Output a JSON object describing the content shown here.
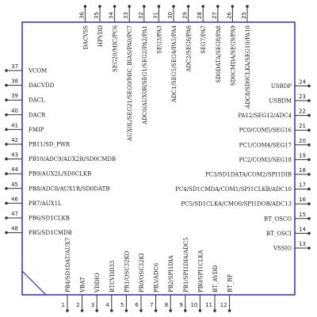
{
  "colors": {
    "body": "#2b2bd6",
    "pin": "#333333",
    "text": "#1a1a1a"
  },
  "pins": {
    "bottom": [
      {
        "n": "1",
        "name": "PB4/SD1DAT/AUX7"
      },
      {
        "n": "2",
        "name": "VBAT"
      },
      {
        "n": "3",
        "name": "VDDIO"
      },
      {
        "n": "4",
        "name": "RTCVDD33"
      },
      {
        "n": "5",
        "name": "PR1/OSC32KO"
      },
      {
        "n": "6",
        "name": "PR0/OSC32KI"
      },
      {
        "n": "7",
        "name": "PB3/ADC6"
      },
      {
        "n": "8",
        "name": "PB2/SPI1DIA"
      },
      {
        "n": "9",
        "name": "PB1/SPI1DIA/ADC5"
      },
      {
        "n": "10",
        "name": "PB0/SPI1CLKA"
      },
      {
        "n": "11",
        "name": "BT_AVDD"
      },
      {
        "n": "12",
        "name": "BT_RF"
      }
    ],
    "right": [
      {
        "n": "13",
        "name": "VSSIO"
      },
      {
        "n": "14",
        "name": "BT_OSCI"
      },
      {
        "n": "15",
        "name": "BT_OSCO"
      },
      {
        "n": "16",
        "name": "PC5/SD1CLKA/CMO0/SPI1DOB/ADC13"
      },
      {
        "n": "17",
        "name": "PC4/SD1CMDA/COM1/SPI1CLKB/ADC10"
      },
      {
        "n": "18",
        "name": "PC3/SD1DATA/COM2/SPI1DIB"
      },
      {
        "n": "19",
        "name": "PC2/COM3/SEG18"
      },
      {
        "n": "20",
        "name": "PC1/COM4/SEG17"
      },
      {
        "n": "21",
        "name": "PC0/COM5/SEG16"
      },
      {
        "n": "22",
        "name": "PA12/SEG12/ADC4"
      },
      {
        "n": "23",
        "name": "USBDM"
      },
      {
        "n": "24",
        "name": "USBDP"
      }
    ],
    "top": [
      {
        "n": "25",
        "name": "ADC8/SD0CLKA/SEG10/PA10"
      },
      {
        "n": "26",
        "name": "SD0CMDA/SEG9/PA9"
      },
      {
        "n": "27",
        "name": "SD0DATA/SEG8/PA8"
      },
      {
        "n": "28",
        "name": "SEG7/PA7"
      },
      {
        "n": "29",
        "name": "ADC2/SEG6/PA6"
      },
      {
        "n": "30",
        "name": "ADC1/SEG5/SEG4/PA5/PA4"
      },
      {
        "n": "31",
        "name": "SEG3/PA3"
      },
      {
        "n": "32",
        "name": "ADC0/AUX0R/SEG1/SEG2/PA2/PA1"
      },
      {
        "n": "33",
        "name": "AUX0L/SEG21/SEG0/MIC_BIAS/PA0/PC7"
      },
      {
        "n": "34",
        "name": "SEG20/MIC/PC6"
      },
      {
        "n": "35",
        "name": "HPVDD"
      },
      {
        "n": "36",
        "name": "DACVSS"
      }
    ],
    "left": [
      {
        "n": "37",
        "name": "VCOM"
      },
      {
        "n": "38",
        "name": "DACVDD"
      },
      {
        "n": "39",
        "name": "DACL"
      },
      {
        "n": "40",
        "name": "DACR"
      },
      {
        "n": "41",
        "name": "FMIP"
      },
      {
        "n": "42",
        "name": "PB11/SD_PWR"
      },
      {
        "n": "43",
        "name": "PB10/ADC9/AUX2R/SD0CMDB"
      },
      {
        "n": "44",
        "name": "PB9/AUX2L/SD0CLKB"
      },
      {
        "n": "45",
        "name": "PB8/ADC8/AUX1R/SD0DATB"
      },
      {
        "n": "46",
        "name": "PB7/AUX1L"
      },
      {
        "n": "47",
        "name": "PB6/SD1CLKB"
      },
      {
        "n": "48",
        "name": "PB5/SD1CMDB"
      }
    ]
  }
}
